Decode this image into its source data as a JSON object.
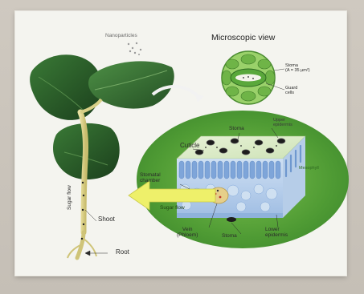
{
  "figure": {
    "nanoparticles": "Nanoparticles",
    "microscopic_view": "Microscopic view",
    "stoma_detail": {
      "line1": "Stoma",
      "line2": "(A = 35 µm²)"
    },
    "guard_cells": {
      "line1": "Guard",
      "line2": "cells"
    },
    "cuticle": "Cuticle",
    "stoma_top": "Stoma",
    "upper_epidermis": {
      "line1": "Upper",
      "line2": "epidermis"
    },
    "mesophyll": "Mesophyll",
    "stomatal_chamber": {
      "line1": "Stomatal",
      "line2": "chamber"
    },
    "sugar_flow_arrow": "Sugar flow",
    "sugar_flow_stem": "Sugar flow",
    "shoot": "Shoot",
    "root": "Root",
    "vein": {
      "line1": "Vein",
      "line2": "(Phloem)"
    },
    "stoma_bottom": "Stoma",
    "lower_epidermis": {
      "line1": "Lower",
      "line2": "epidermis"
    }
  },
  "colors": {
    "leaf_dark": "#1f4a22",
    "leaf_mid": "#2f6a2e",
    "ellipse_green": "#4f9b34",
    "arrow_yellow": "#eef06a",
    "cell_blue": "#aac6ea"
  }
}
